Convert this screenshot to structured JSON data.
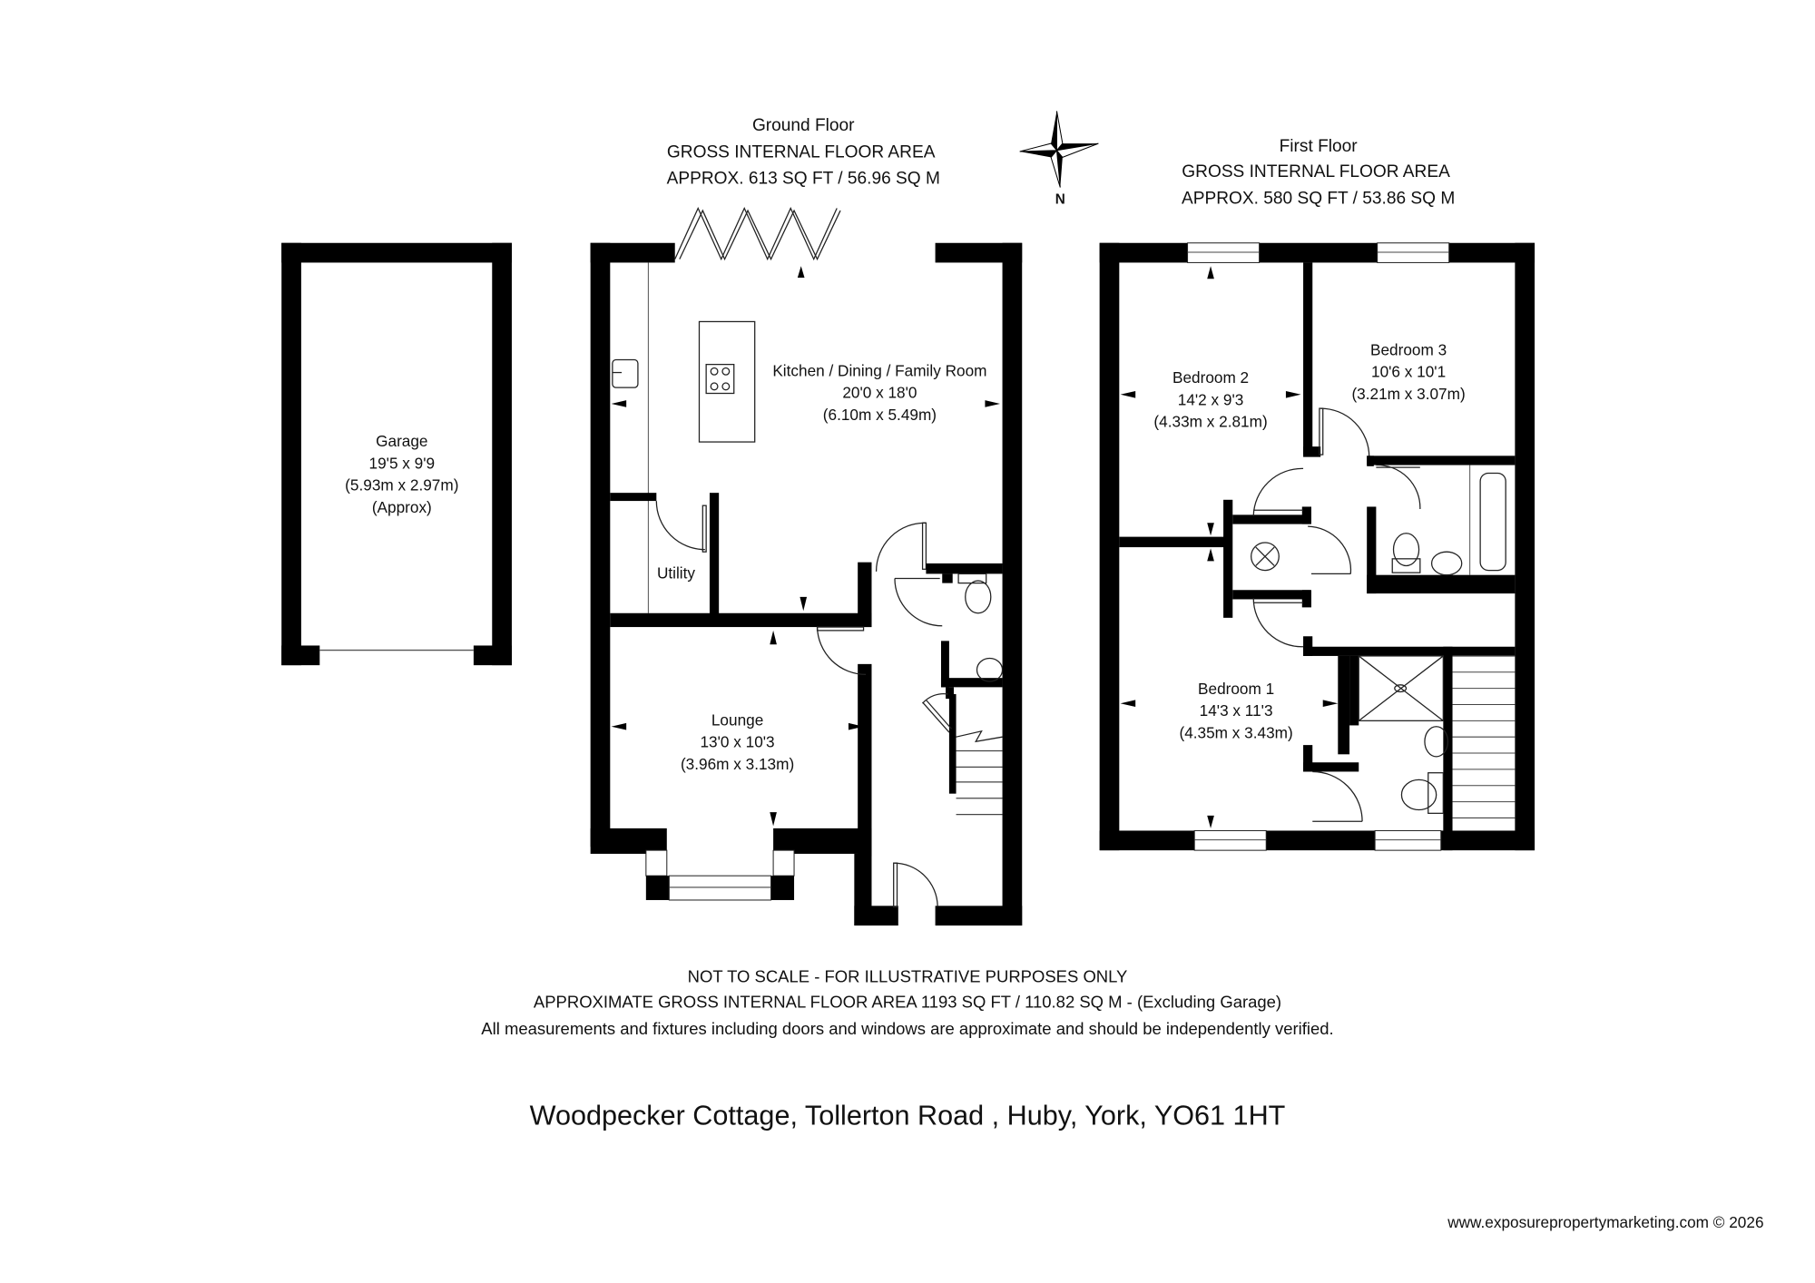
{
  "ground_floor": {
    "title": "Ground Floor",
    "area_label": "GROSS INTERNAL FLOOR AREA",
    "area_value": "APPROX. 613 SQ FT / 56.96 SQ M",
    "rooms": [
      {
        "name": "Kitchen / Dining / Family Room",
        "imperial": "20'0 x 18'0",
        "metric": "(6.10m x 5.49m)"
      },
      {
        "name": "Utility"
      },
      {
        "name": "Lounge",
        "imperial": "13'0 x 10'3",
        "metric": "(3.96m x 3.13m)"
      }
    ]
  },
  "garage": {
    "name": "Garage",
    "imperial": "19'5 x 9'9",
    "metric": "(5.93m x 2.97m)",
    "note": "(Approx)"
  },
  "first_floor": {
    "title": "First Floor",
    "area_label": "GROSS INTERNAL FLOOR AREA",
    "area_value": "APPROX. 580 SQ FT / 53.86 SQ M",
    "rooms": [
      {
        "name": "Bedroom 2",
        "imperial": "14'2 x 9'3",
        "metric": "(4.33m x 2.81m)"
      },
      {
        "name": "Bedroom 3",
        "imperial": "10'6 x 10'1",
        "metric": "(3.21m x 3.07m)"
      },
      {
        "name": "Bedroom 1",
        "imperial": "14'3 x 11'3",
        "metric": "(4.35m x 3.43m)"
      }
    ]
  },
  "compass": {
    "label": "N"
  },
  "footer": {
    "line1": "NOT TO SCALE - FOR ILLUSTRATIVE PURPOSES ONLY",
    "line2": "APPROXIMATE GROSS INTERNAL FLOOR AREA 1193 SQ FT / 110.82 SQ M - (Excluding Garage)",
    "line3": "All measurements and fixtures including doors and windows are approximate and should be independently verified.",
    "address": "Woodpecker Cottage, Tollerton Road , Huby, York, YO61 1HT",
    "website": "www.exposurepropertymarketing.com © 2026"
  }
}
